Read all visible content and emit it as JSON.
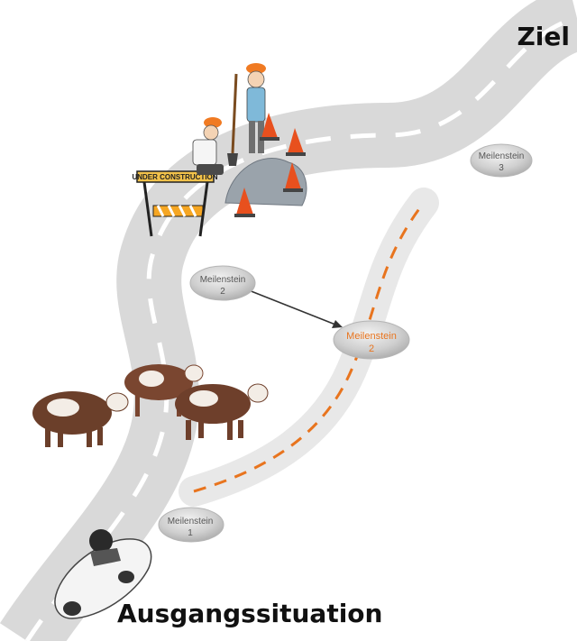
{
  "labels": {
    "goal": "Ziel",
    "start": "Ausgangssituation"
  },
  "construction_sign": "UNDER CONSTRUCTION",
  "milestones": [
    {
      "name": "Meilenstein",
      "number": "1"
    },
    {
      "name": "Meilenstein",
      "number": "2"
    },
    {
      "name": "Meilenstein",
      "number": "3"
    },
    {
      "name": "Meilenstein",
      "number": "2"
    }
  ],
  "colors": {
    "road": "#d9d9d9",
    "detour_road": "#e8e8e8",
    "lane_marking": "#ffffff",
    "detour_marking": "#e8741e",
    "stone": "#c7c7c7",
    "cone": "#e8501e",
    "helmet": "#f07a22"
  },
  "icons": [
    "car-icon",
    "cow-icon",
    "construction-worker-icon",
    "traffic-cone-icon",
    "barrier-icon"
  ]
}
